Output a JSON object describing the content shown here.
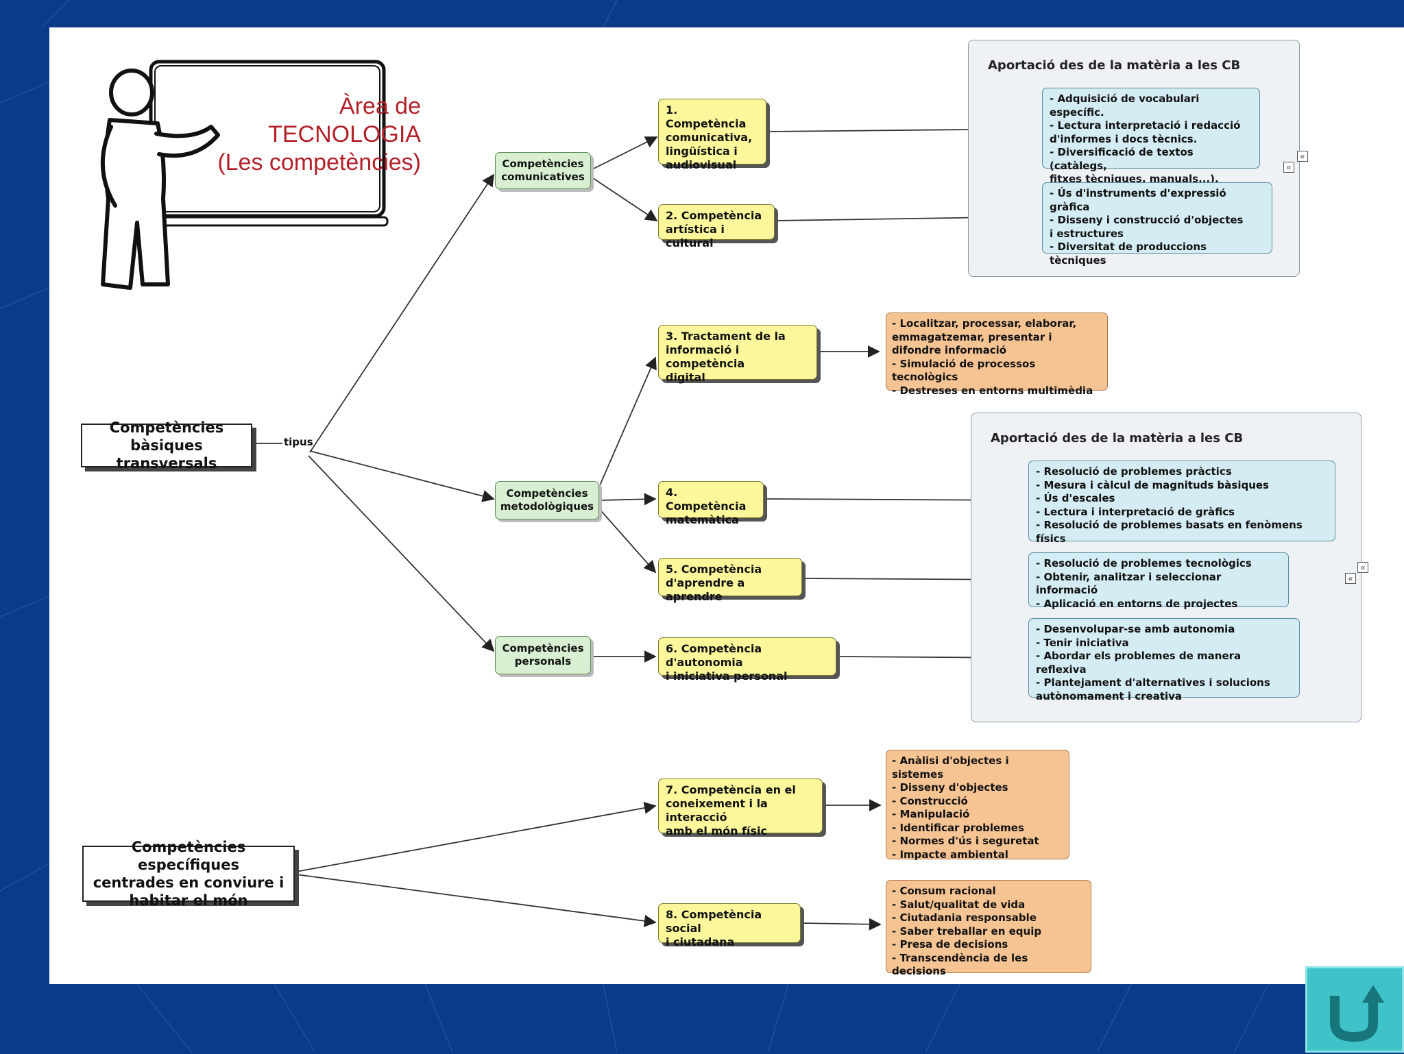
{
  "board": {
    "title": "Àrea de\nTECNOLOGIA\n(Les competències)"
  },
  "roots": {
    "transversals": "Competències\nbàsiques transversals",
    "especifiques": "Competències específiques\ncentrades en conviure i\nhabitar el món"
  },
  "edge_label": "tipus",
  "groups": {
    "comunicatives": "Competències\ncomunicatives",
    "metodologiques": "Competències\nmetodològiques",
    "personals": "Competències\npersonals"
  },
  "competencies": {
    "c1": "1. Competència\ncomunicativa,\nlingüística i\naudiovisual",
    "c2": "2. Competència\nartística i cultural",
    "c3": "3. Tractament de la\ninformació i competència\ndigital",
    "c4": "4. Competència\nmatemàtica",
    "c5": "5. Competència\nd'aprendre a aprendre",
    "c6": "6. Competència d'autonomia\ni iniciativa personal",
    "c7": "7. Competència en el\nconeixement i la interacció\namb el món físic",
    "c8": "8. Competència social\ni ciutadana"
  },
  "panels": {
    "p1_title": "Aportació des de la matèria a les CB",
    "p2_title": "Aportació des de la matèria a les CB"
  },
  "contributions": {
    "a1": "- Adquisició de vocabulari específic.\n- Lectura interpretació i redacció\nd'informes i docs tècnics.\n- Diversificació de textos (catàlegs,\nfitxes tècniques, manuals...).",
    "a2": "- Ús d'instruments d'expressió gràfica\n- Disseny i construcció d'objectes\ni estructures\n- Diversitat de produccions tècniques",
    "a3": "- Localitzar, processar, elaborar,\nemmagatzemar, presentar i\ndifondre informació\n- Simulació de processos tecnològics\n- Destreses en entorns multimèdia",
    "a4": "- Resolució de problemes pràctics\n- Mesura i càlcul de magnituds bàsiques\n- Ús d'escales\n- Lectura i interpretació de gràfics\n- Resolució de problemes basats en fenòmens físics",
    "a5": "- Resolució de problemes tecnològics\n- Obtenir, analitzar i seleccionar informació\n- Aplicació en entorns de projectes",
    "a6": "- Desenvolupar-se amb autonomia\n- Tenir iniciativa\n- Abordar els problemes de manera reflexiva\n- Plantejament d'alternatives i solucions\nautònomament i creativa",
    "a7": "- Anàlisi d'objectes i sistemes\n- Disseny d'objectes\n- Construcció\n- Manipulació\n- Identificar problemes\n- Normes d'ús i seguretat\n- Impacte ambiental",
    "a8": "- Consum racional\n- Salut/qualitat de vida\n- Ciutadania responsable\n- Saber treballar en equip\n- Presa de decisions\n- Transcendència de les decisions"
  },
  "colors": {
    "background": "#0a3a8a",
    "yellow": "#fbf79a",
    "green": "#d8efd2",
    "orange": "#f6c493",
    "cyan": "#d4ecf3",
    "title_red": "#b4202a",
    "return_button": "#3fc3c9"
  }
}
